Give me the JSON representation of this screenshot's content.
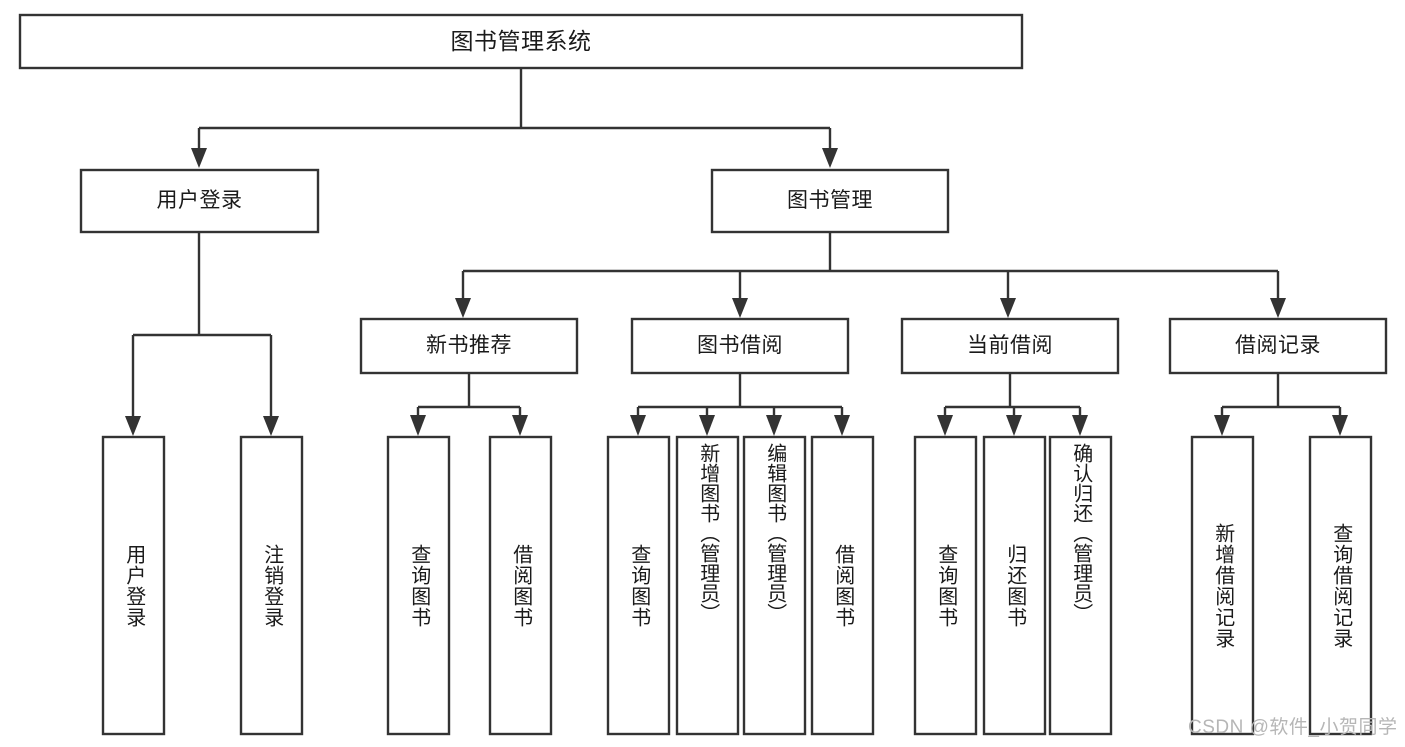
{
  "diagram": {
    "type": "tree-hierarchy-chart",
    "title": "图书管理系统",
    "orientation": "top-down",
    "colors": {
      "box_stroke": "#333333",
      "box_fill": "#ffffff",
      "connector": "#333333",
      "text": "#1a1a1a",
      "watermark": "#b6b6b6",
      "background": "#ffffff"
    },
    "root": {
      "label": "图书管理系统"
    },
    "level2": [
      {
        "label": "用户登录"
      },
      {
        "label": "图书管理"
      }
    ],
    "level3": [
      {
        "label": "新书推荐"
      },
      {
        "label": "图书借阅"
      },
      {
        "label": "当前借阅"
      },
      {
        "label": "借阅记录"
      }
    ],
    "leaves": {
      "user_login": [
        {
          "label": "用户登录"
        },
        {
          "label": "注销登录"
        }
      ],
      "new_book_recommend": [
        {
          "label": "查询图书"
        },
        {
          "label": "借阅图书"
        }
      ],
      "book_borrow": [
        {
          "label": "查询图书"
        },
        {
          "label": "新增图书（管理员）"
        },
        {
          "label": "编辑图书（管理员）"
        },
        {
          "label": "借阅图书"
        }
      ],
      "current_borrow": [
        {
          "label": "查询图书"
        },
        {
          "label": "归还图书"
        },
        {
          "label": "确认归还（管理员）"
        }
      ],
      "borrow_record": [
        {
          "label": "新增借阅记录"
        },
        {
          "label": "查询借阅记录"
        }
      ]
    }
  },
  "watermark": {
    "text": "CSDN @软件_小贺同学"
  }
}
